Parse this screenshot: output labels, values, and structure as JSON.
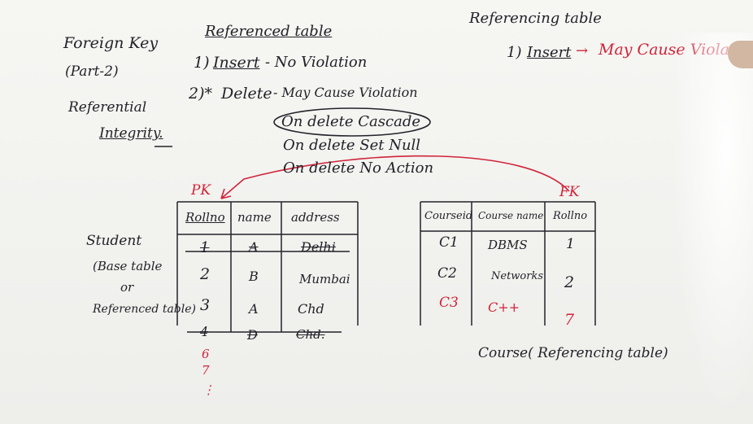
{
  "left": {
    "topic": "Foreign Key",
    "part": "(Part-2)",
    "ri_line1": "Referential",
    "ri_line2": "Integrity."
  },
  "referenced": {
    "heading": "Referenced table",
    "item1_num": "1)",
    "item1_word": "Insert",
    "item1_rest": "- No Violation",
    "item2_num": "2)*",
    "item2_word": "Delete",
    "item2_rest": "- May Cause Violation",
    "opt1": "On delete Cascade",
    "opt2": "On delete Set Null",
    "opt3": "On delete No Action"
  },
  "referencing": {
    "heading": "Referencing table",
    "item1_num": "1)",
    "item1_word": "Insert",
    "arrow": "→",
    "item1_red": "May Cause Violation"
  },
  "student_table": {
    "pk_label": "PK",
    "side_label": "Student",
    "side_line2": "(Base table",
    "side_line3": "or",
    "side_line4": "Referenced table)",
    "headers": [
      "Rollno",
      "name",
      "address"
    ],
    "rows": [
      [
        "1",
        "A",
        "Delhi"
      ],
      [
        "2",
        "B",
        "Mumbai"
      ],
      [
        "3",
        "A",
        "Chd"
      ],
      [
        "4",
        "D",
        "Chd."
      ]
    ],
    "extra": [
      "6",
      "7",
      "⋮"
    ]
  },
  "course_table": {
    "fk_label": "FK",
    "caption": "Course( Referencing table)",
    "headers": [
      "Courseid",
      "Course name",
      "Rollno"
    ],
    "rows": [
      [
        "C1",
        "DBMS",
        "1"
      ],
      [
        "C2",
        "Networks",
        "2"
      ],
      [
        "C3",
        "C++",
        "7"
      ]
    ]
  },
  "colors": {
    "marker_red": "#d0243a",
    "marker_black": "#22222a"
  }
}
